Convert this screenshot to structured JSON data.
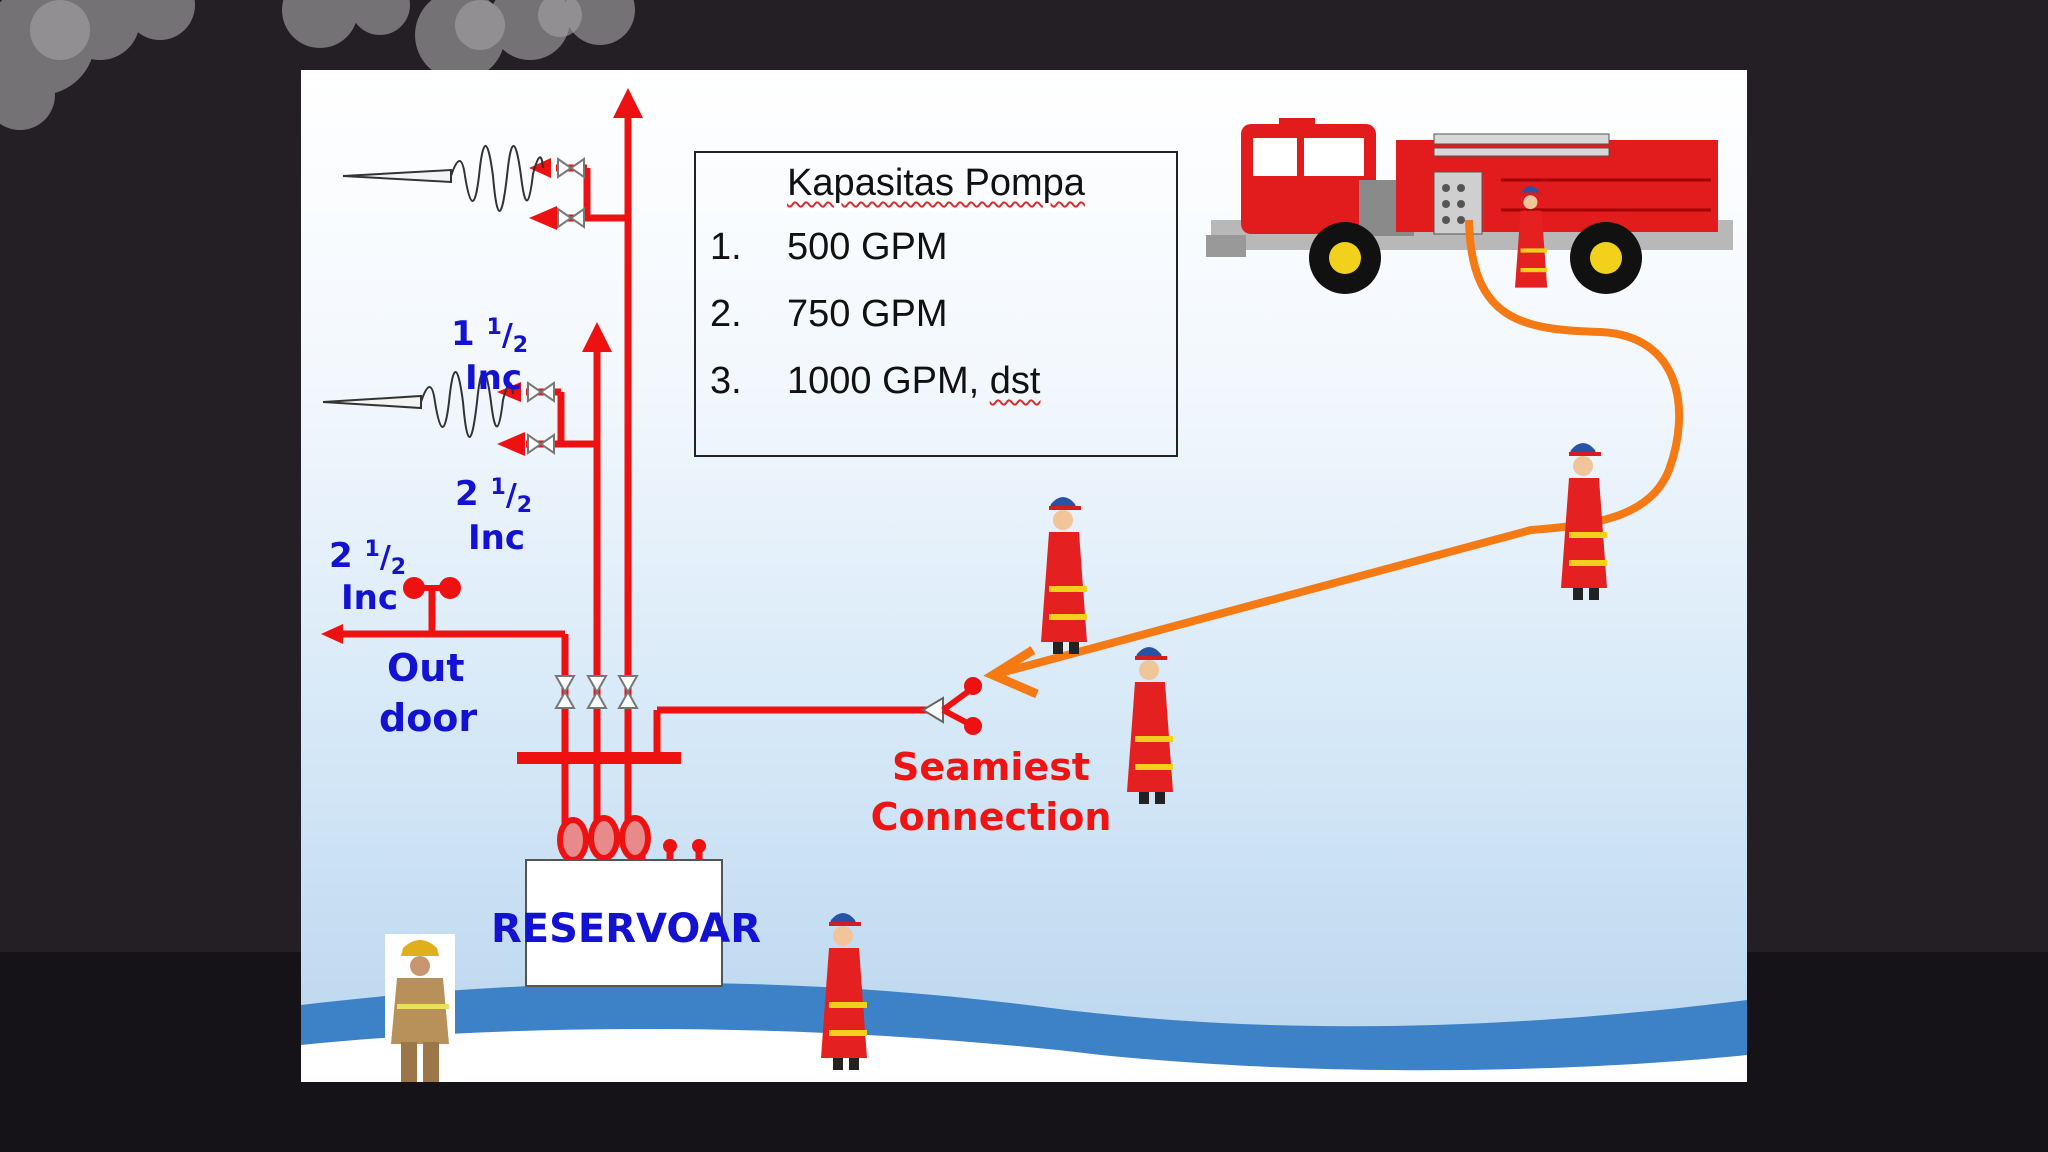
{
  "capacity_box": {
    "title": "Kapasitas Pompa",
    "items": [
      {
        "number": "1.",
        "text": "500 GPM"
      },
      {
        "number": "2.",
        "text": "750 GPM"
      },
      {
        "number": "3.",
        "text": "1000 GPM, ",
        "suffix": "dst"
      }
    ]
  },
  "labels": {
    "inlet_top_whole": "1",
    "inlet_top_num": "1",
    "inlet_top_den": "2",
    "inlet_top_unit": "Inc",
    "inlet_mid_whole": "2",
    "inlet_mid_num": "1",
    "inlet_mid_den": "2",
    "inlet_mid_unit": "Inc",
    "outdoor_whole": "2",
    "outdoor_num": "1",
    "outdoor_den": "2",
    "outdoor_unit": "Inc",
    "outdoor_line1": "Out",
    "outdoor_line2": "door",
    "siamese_line1": "Seamiest",
    "siamese_line2": "Connection",
    "reservoir": "RESERVOAR"
  },
  "colors": {
    "pipe_red": "#ee1111",
    "hose_orange": "#f57a14",
    "label_blue": "#1212d0",
    "water_blue": "#3d82c6"
  }
}
